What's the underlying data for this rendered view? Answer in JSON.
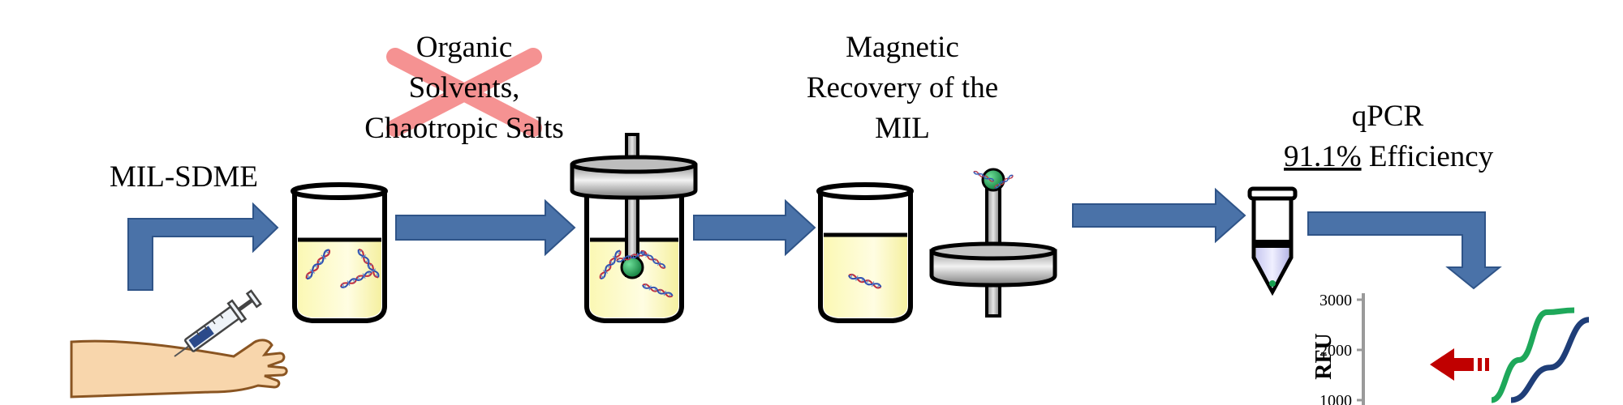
{
  "labels": {
    "step1": "MIL-SDME",
    "crossed_line1": "Organic",
    "crossed_line2": "Solvents,",
    "crossed_line3": "Chaotropic Salts",
    "magnetic_line1": "Magnetic",
    "magnetic_line2": "Recovery of the",
    "magnetic_line3": "MIL",
    "qpcr_line1": "qPCR",
    "qpcr_efficiency_value": "91.1%",
    "qpcr_efficiency_word": "Efficiency"
  },
  "colors": {
    "arrow": "#4a72a8",
    "arrow_edge": "#2f5488",
    "solution": "#fbf8b4",
    "cross": "#f48080",
    "bead": "#18a050",
    "curve1": "#1ea85a",
    "curve2": "#1f3e78",
    "red_arrow": "#c00000",
    "skin": "#f8d6ac",
    "skin_edge": "#8a5522"
  },
  "icons": [
    "beaker-icon",
    "magnetic-rod-icon",
    "dna-icon",
    "syringe-icon",
    "arm-icon",
    "vial-icon",
    "cross-icon"
  ],
  "chart_data": {
    "type": "line",
    "ylabel": "RFU",
    "y_ticks": [
      "3000",
      "2000",
      "1000"
    ],
    "ylim": [
      1000,
      3000
    ],
    "series": [
      {
        "color": "#1ea85a",
        "values": [
          1000,
          1800,
          2750,
          2790
        ]
      },
      {
        "color": "#1f3e78",
        "values": [
          1000,
          1650,
          2600
        ]
      }
    ]
  }
}
